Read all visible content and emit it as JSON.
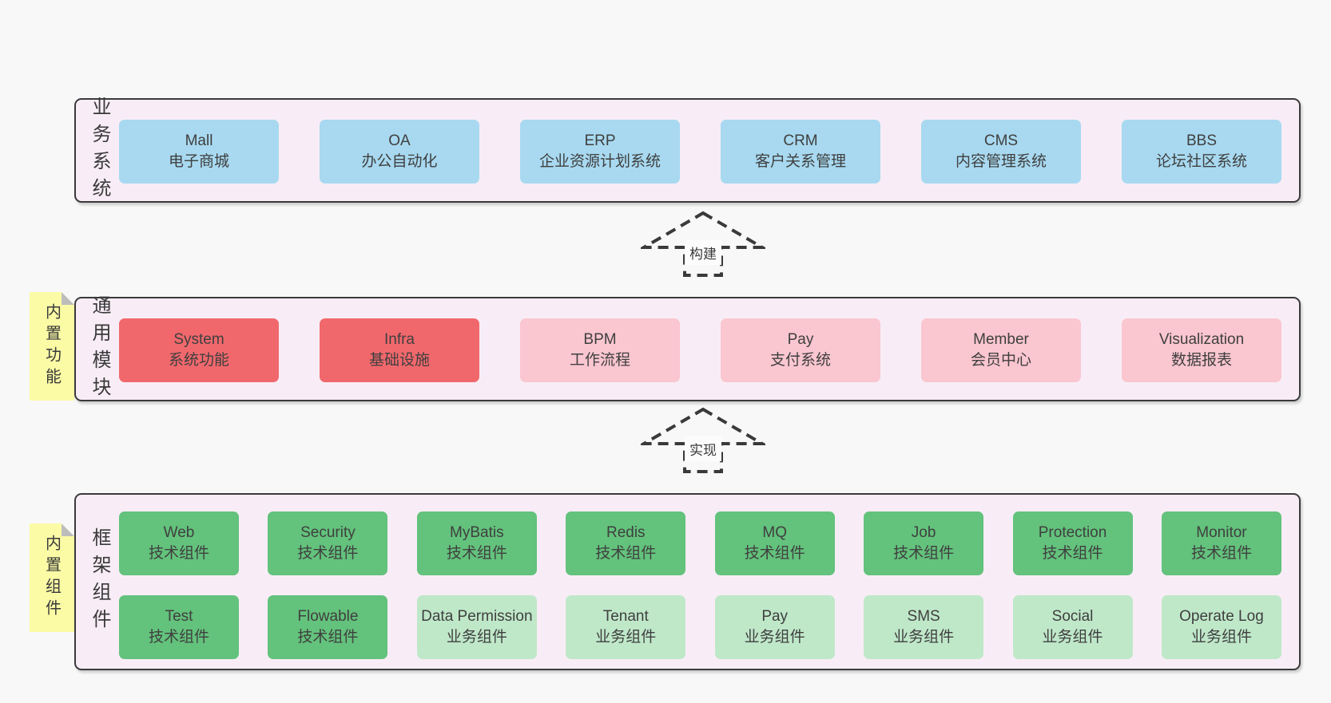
{
  "colors": {
    "page_bg": "#f8f8f8",
    "panel_bg": "#f8edf6",
    "panel_border": "#3a3a3a",
    "blue_tile": "#a8d9f0",
    "red_tile": "#f1686c",
    "pink_tile": "#fac6d0",
    "green_tile": "#63c27c",
    "green_light_tile": "#bfe8c9",
    "sticky_yellow": "#fbfba6",
    "sticky_fold_gray": "#bdbdbd",
    "text": "#3f3f3f"
  },
  "sections": [
    {
      "label": "业务系统",
      "boxes": [
        {
          "en": "Mall",
          "zh": "电子商城",
          "type": "blue"
        },
        {
          "en": "OA",
          "zh": "办公自动化",
          "type": "blue"
        },
        {
          "en": "ERP",
          "zh": "企业资源计划系统",
          "type": "blue"
        },
        {
          "en": "CRM",
          "zh": "客户关系管理",
          "type": "blue"
        },
        {
          "en": "CMS",
          "zh": "内容管理系统",
          "type": "blue"
        },
        {
          "en": "BBS",
          "zh": "论坛社区系统",
          "type": "blue"
        }
      ]
    },
    {
      "label": "通用模块",
      "sticky": "内置功能",
      "boxes": [
        {
          "en": "System",
          "zh": "系统功能",
          "type": "red"
        },
        {
          "en": "Infra",
          "zh": "基础设施",
          "type": "red"
        },
        {
          "en": "BPM",
          "zh": "工作流程",
          "type": "pink"
        },
        {
          "en": "Pay",
          "zh": "支付系统",
          "type": "pink"
        },
        {
          "en": "Member",
          "zh": "会员中心",
          "type": "pink"
        },
        {
          "en": "Visualization",
          "zh": "数据报表",
          "type": "pink"
        }
      ]
    },
    {
      "label": "框架组件",
      "sticky": "内置组件",
      "row1": [
        {
          "en": "Web",
          "zh": "技术组件",
          "type": "green"
        },
        {
          "en": "Security",
          "zh": "技术组件",
          "type": "green"
        },
        {
          "en": "MyBatis",
          "zh": "技术组件",
          "type": "green"
        },
        {
          "en": "Redis",
          "zh": "技术组件",
          "type": "green"
        },
        {
          "en": "MQ",
          "zh": "技术组件",
          "type": "green"
        },
        {
          "en": "Job",
          "zh": "技术组件",
          "type": "green"
        },
        {
          "en": "Protection",
          "zh": "技术组件",
          "type": "green"
        },
        {
          "en": "Monitor",
          "zh": "技术组件",
          "type": "green"
        }
      ],
      "row2": [
        {
          "en": "Test",
          "zh": "技术组件",
          "type": "green"
        },
        {
          "en": "Flowable",
          "zh": "技术组件",
          "type": "green"
        },
        {
          "en": "Data Permission",
          "zh": "业务组件",
          "type": "green_light"
        },
        {
          "en": "Tenant",
          "zh": "业务组件",
          "type": "green_light"
        },
        {
          "en": "Pay",
          "zh": "业务组件",
          "type": "green_light"
        },
        {
          "en": "SMS",
          "zh": "业务组件",
          "type": "green_light"
        },
        {
          "en": "Social",
          "zh": "业务组件",
          "type": "green_light"
        },
        {
          "en": "Operate Log",
          "zh": "业务组件",
          "type": "green_light"
        }
      ]
    }
  ],
  "arrows": [
    {
      "label": "构建"
    },
    {
      "label": "实现"
    }
  ]
}
